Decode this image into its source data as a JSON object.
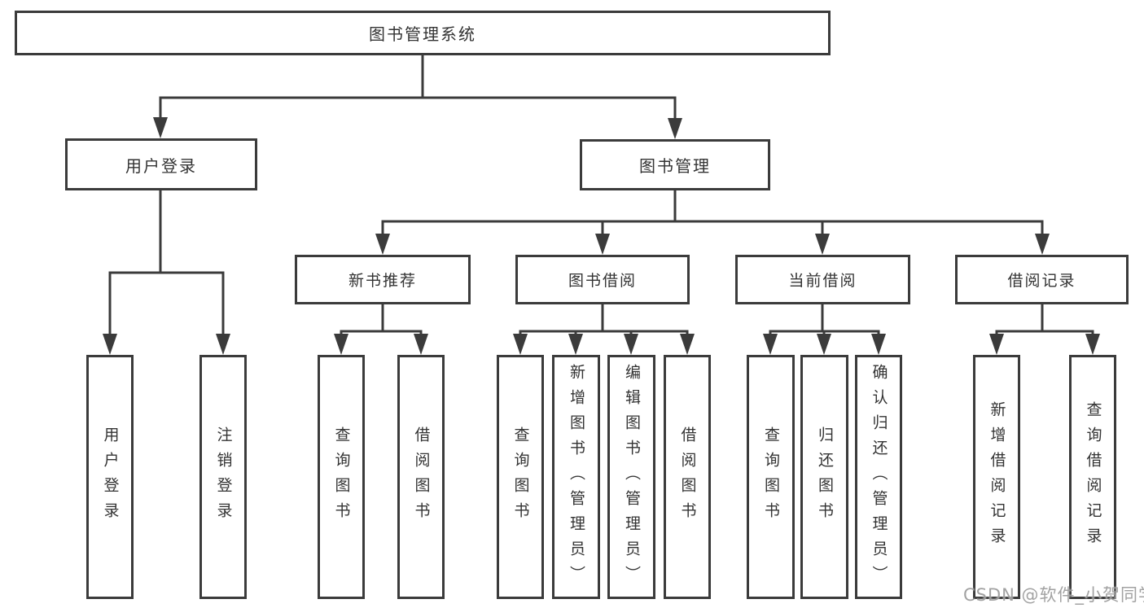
{
  "colors": {
    "line": "#3b3b3b",
    "text": "#333333",
    "watermark": "#989898"
  },
  "watermark": "CSDN @软件_小贺同学",
  "tree": {
    "root": "图书管理系统",
    "user_login": {
      "label": "用户登录",
      "children": [
        "用户登录",
        "注销登录"
      ]
    },
    "book_mgmt": {
      "label": "图书管理",
      "sections": [
        {
          "label": "新书推荐",
          "children": [
            "查询图书",
            "借阅图书"
          ]
        },
        {
          "label": "图书借阅",
          "children": [
            "查询图书",
            "新增图书（管理员）",
            "编辑图书（管理员）",
            "借阅图书"
          ]
        },
        {
          "label": "当前借阅",
          "children": [
            "查询图书",
            "归还图书",
            "确认归还（管理员）"
          ]
        },
        {
          "label": "借阅记录",
          "children": [
            "新增借阅记录",
            "查询借阅记录"
          ]
        }
      ]
    }
  }
}
